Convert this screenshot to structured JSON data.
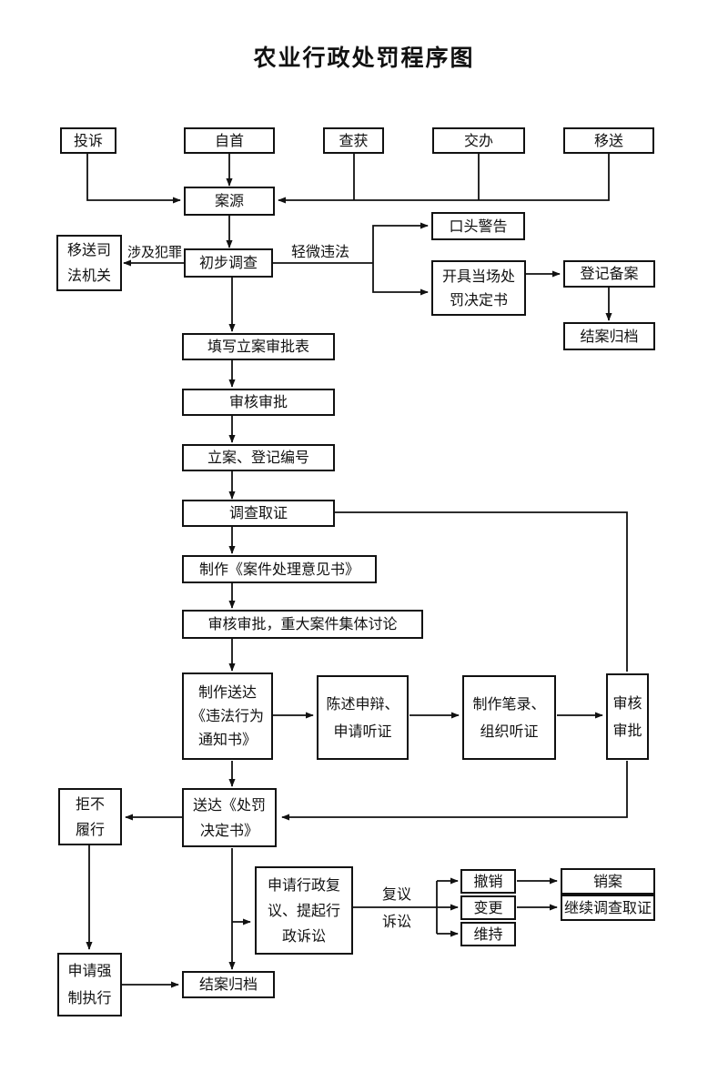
{
  "title": "农业行政处罚程序图",
  "nodes": {
    "complaint": "投诉",
    "surrender": "自首",
    "seized": "查获",
    "assigned": "交办",
    "transferred": "移送",
    "case_source": "案源",
    "transfer_judicial": "移送司\n法机关",
    "preliminary": "初步调查",
    "verbal_warning": "口头警告",
    "onsite_decision": "开具当场处\n罚决定书",
    "register_file": "登记备案",
    "close_archive_top": "结案归档",
    "fill_form": "填写立案审批表",
    "review_approve_1": "审核审批",
    "register_number": "立案、登记编号",
    "investigate": "调查取证",
    "opinion_letter": "制作《案件处理意见书》",
    "review_collective": "审核审批，重大案件集体讨论",
    "deliver_notice": "制作送达\n《违法行为\n通知书》",
    "statement_hearing": "陈述申辩、\n申请听证",
    "record_hearing": "制作笔录、\n组织听证",
    "review_approve_2": "审核\n审批",
    "deliver_decision": "送达《处罚\n决定书》",
    "refuse": "拒不\n履行",
    "reconsideration": "申请行政复\n议、提起行\n政诉讼",
    "revoke": "撤销",
    "change": "变更",
    "maintain": "维持",
    "cancel_case": "销案",
    "continue_investigation": "继续调查取证",
    "enforce": "申请强\n制执行",
    "close_archive_bottom": "结案归档"
  },
  "edge_labels": {
    "crime": "涉及犯罪",
    "minor": "轻微违法",
    "appeal": "复议\n诉讼"
  }
}
